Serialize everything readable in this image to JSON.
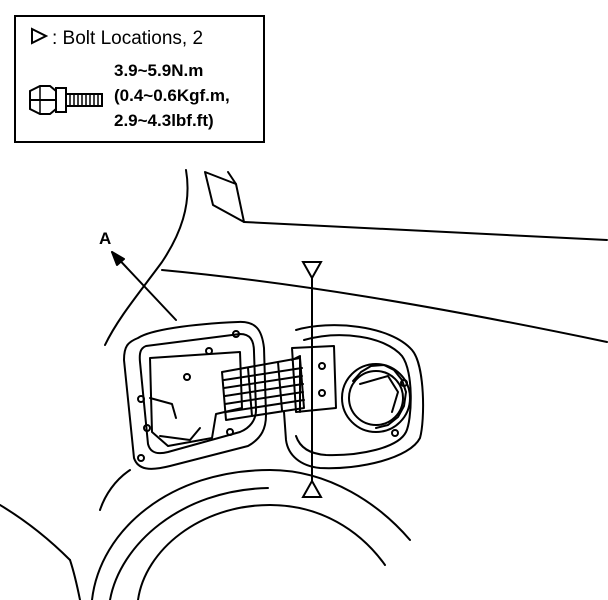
{
  "legend": {
    "marker": "▷",
    "text": ": Bolt Locations, 2",
    "bolt_icon": "bolt-icon",
    "torque": [
      "3.9~5.9N.m",
      "(0.4~0.6Kgf.m,",
      "2.9~4.3lbf.ft)"
    ]
  },
  "callouts": {
    "part_a": "A"
  },
  "markers": {
    "bolt_marker_icon": "triangle-outline-icon",
    "count": 2
  }
}
